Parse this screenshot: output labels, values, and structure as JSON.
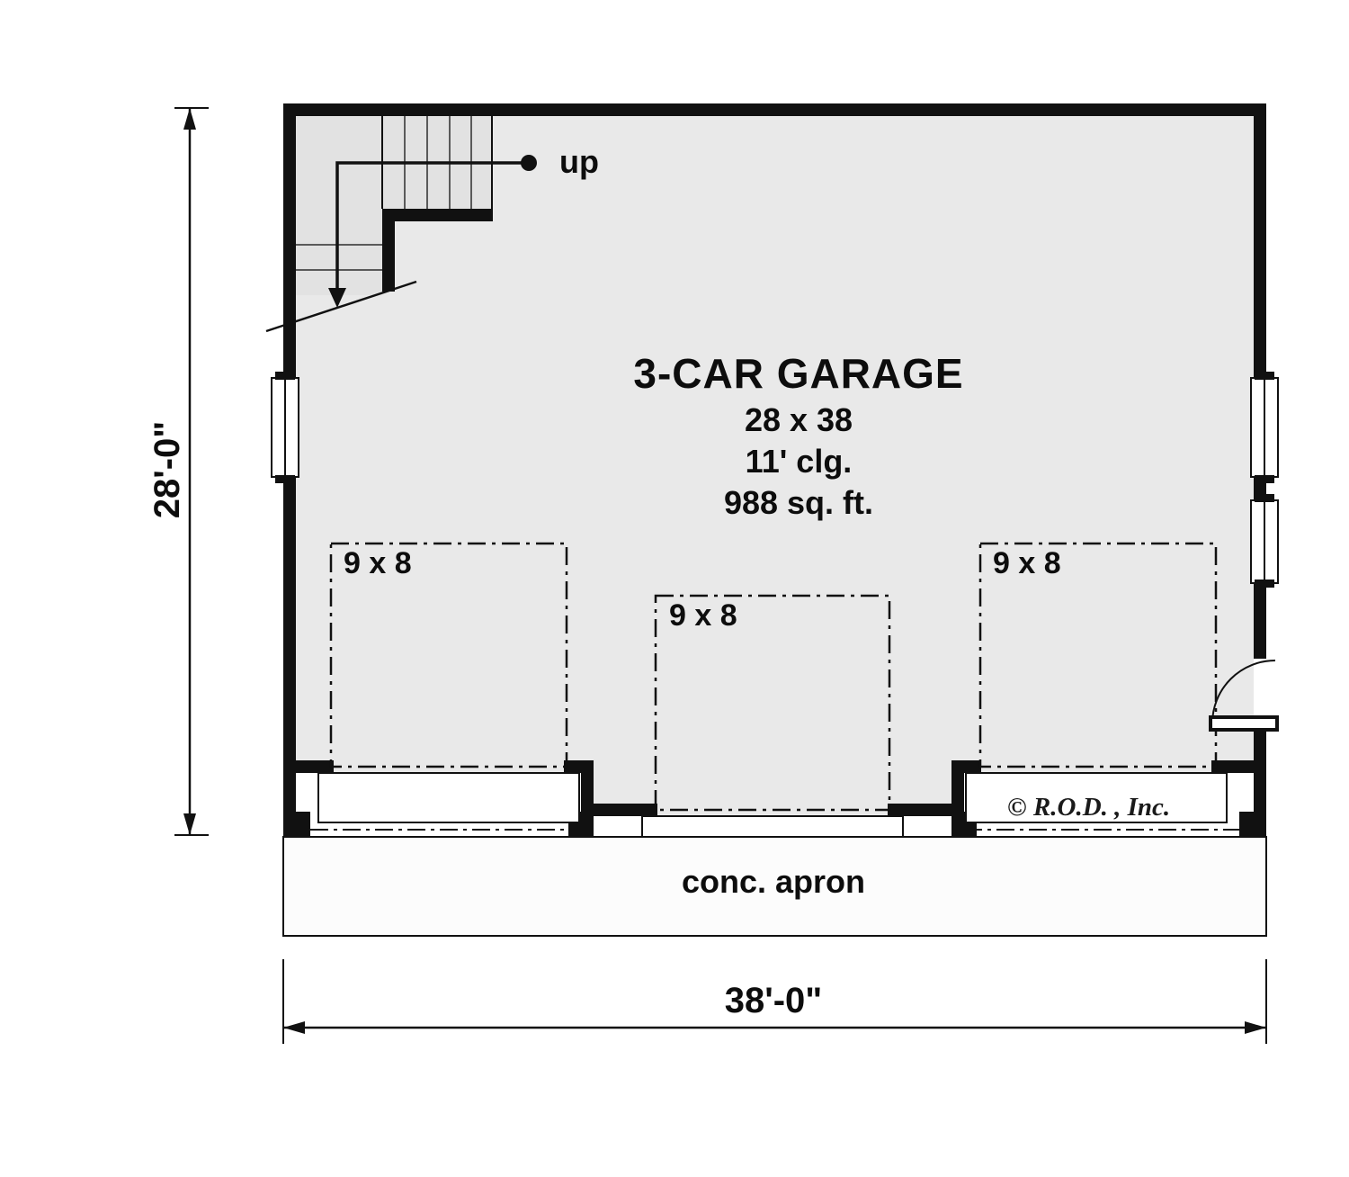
{
  "plan": {
    "stairs": {
      "up_label": "up"
    },
    "room": {
      "title": "3-CAR GARAGE",
      "size": "28 x 38",
      "ceiling": "11' clg.",
      "area": "988 sq. ft."
    },
    "garage_doors": [
      {
        "label": "9 x 8"
      },
      {
        "label": "9 x 8"
      },
      {
        "label": "9 x 8"
      }
    ],
    "apron": {
      "label": "conc. apron"
    },
    "dimensions": {
      "left": "28'-0\"",
      "bottom": "38'-0\""
    },
    "copyright": "© R.O.D. , Inc.",
    "colors": {
      "wall": "#111111",
      "floor": "#e9e9e9",
      "stair_floor": "#e2e2e2"
    }
  }
}
